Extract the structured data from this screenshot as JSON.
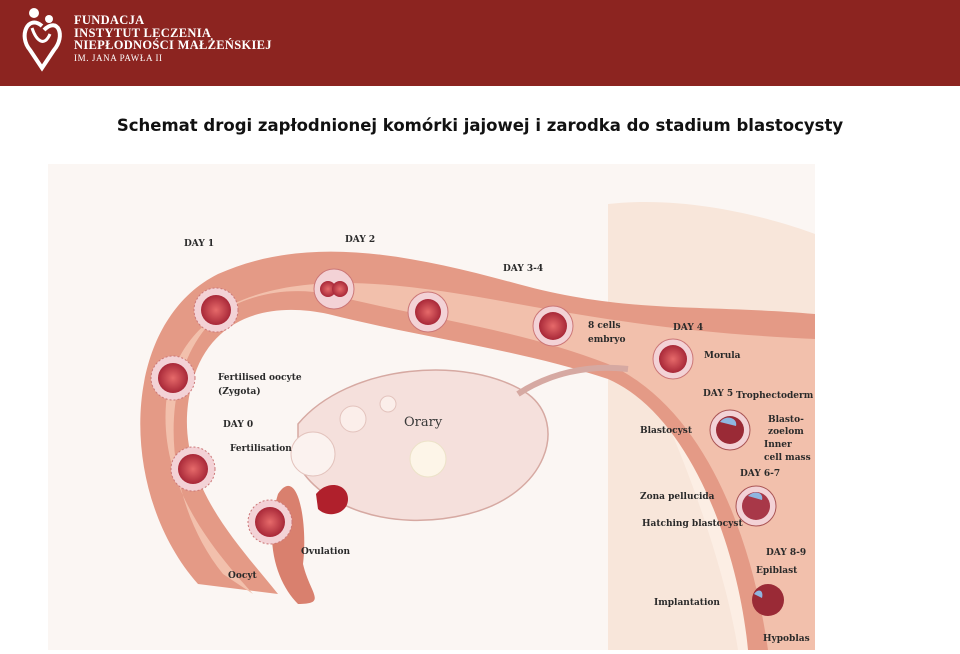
{
  "header": {
    "logo_icon": "mother-child-heart-logo",
    "org_lines": [
      "FUNDACJA",
      "INSTYTUT LECZENIA",
      "NIEPŁODNOŚCI MAŁŻEŃSKIEJ"
    ],
    "org_sub": "IM. JANA PAWŁA II",
    "bg_color": "#8c2420"
  },
  "title": "Schemat drogi zapłodnionej komórki jajowej i zarodka do stadium blastocysty",
  "diagram": {
    "labels": {
      "day1": "DAY 1",
      "day2": "DAY 2",
      "day34": "DAY 3-4",
      "day4": "DAY 4",
      "day5": "DAY 5",
      "day67": "DAY 6-7",
      "day89": "DAY 8-9",
      "day0": "DAY 0",
      "cells8_1": "8 cells",
      "cells8_2": "embryo",
      "morula": "Morula",
      "trophectoderm": "Trophectoderm",
      "blastocoel_1": "Blasto-",
      "blastocoel_2": "zoelom",
      "inner_1": "Inner",
      "inner_2": "cell mass",
      "blastocyst": "Blastocyst",
      "zona": "Zona pellucida",
      "hatching": "Hatching blastocyst",
      "epiblast": "Epiblast",
      "implantation": "Implantation",
      "hypoblast": "Hypoblas",
      "zygote_1": "Fertilised oocyte",
      "zygote_2": "(Zygota)",
      "fertilisation": "Fertilisation",
      "ovary": "Orary",
      "ovulation": "Ovulation",
      "oocyte": "Oocyt"
    },
    "colors": {
      "tube": "#e59a86",
      "tube_inner": "#f6d2c3",
      "uterus": "#f8e2d4",
      "ovary": "#f4dcd6",
      "cell": "#c9404a"
    }
  }
}
